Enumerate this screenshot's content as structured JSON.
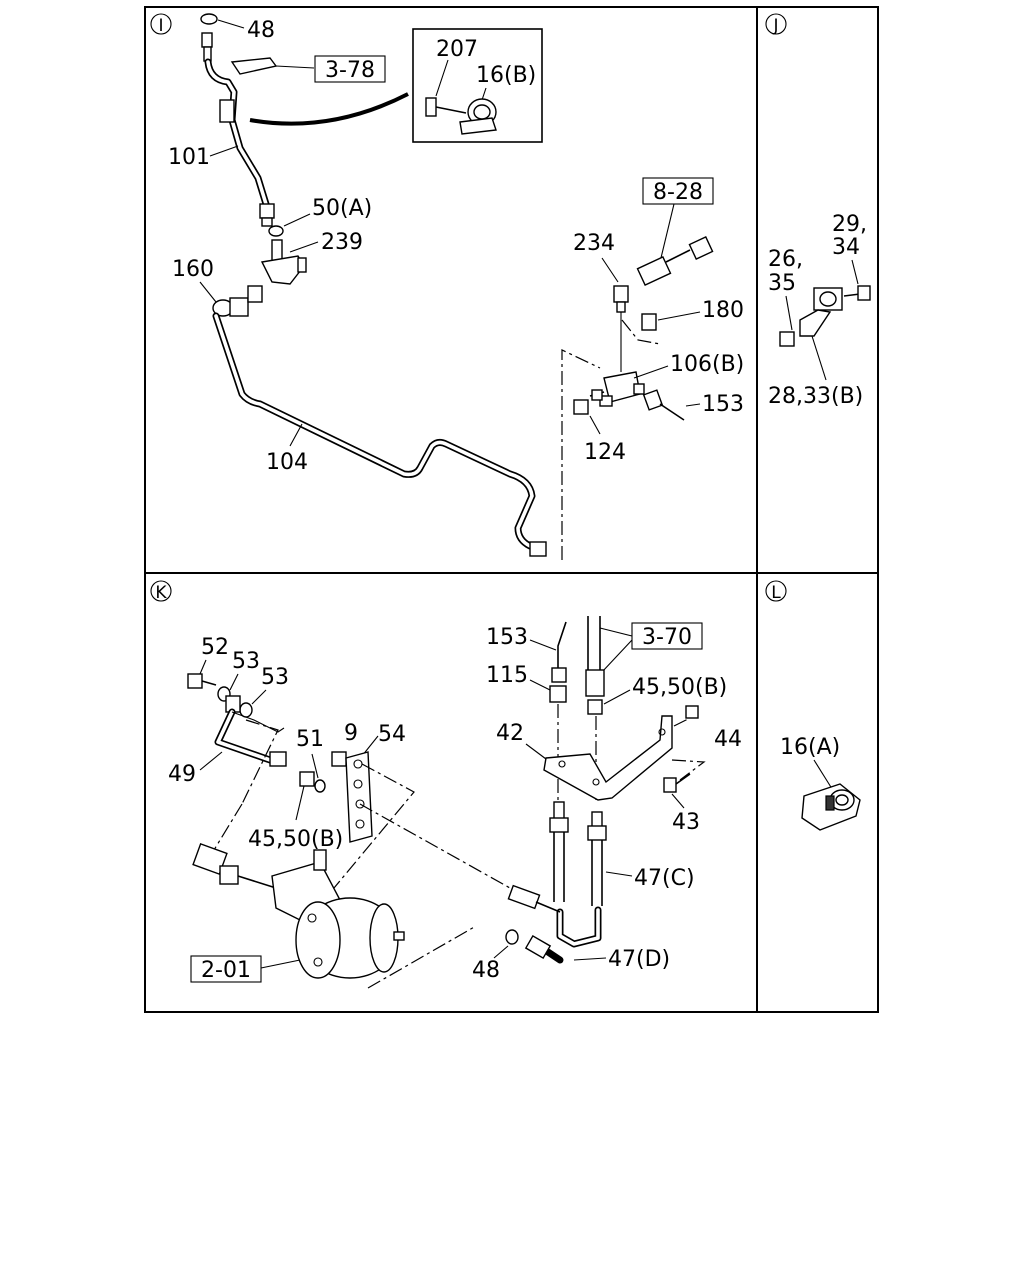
{
  "panels": {
    "I": {
      "marker": "I",
      "labels": {
        "p48": "48",
        "p207": "207",
        "p16b": "16(B)",
        "p101": "101",
        "p50a": "50(A)",
        "p239": "239",
        "p160": "160",
        "p234": "234",
        "p180": "180",
        "p106b": "106(B)",
        "p153": "153",
        "p124": "124",
        "p104": "104"
      },
      "refs": {
        "r378": "3-78",
        "r828": "8-28"
      }
    },
    "J": {
      "marker": "J",
      "labels": {
        "p29": "29,",
        "p34": "34",
        "p26": "26,",
        "p35": "35",
        "p2833b": "28,33(B)"
      }
    },
    "K": {
      "marker": "K",
      "labels": {
        "p52": "52",
        "p53a": "53",
        "p53b": "53",
        "p9": "9",
        "p51": "51",
        "p54": "54",
        "p49": "49",
        "p4550b_left": "45,50(B)",
        "p153": "153",
        "p115": "115",
        "p4550b_right": "45,50(B)",
        "p42": "42",
        "p44": "44",
        "p43": "43",
        "p47c": "47(C)",
        "p48": "48",
        "p47d": "47(D)"
      },
      "refs": {
        "r370": "3-70",
        "r201": "2-01"
      }
    },
    "L": {
      "marker": "L",
      "labels": {
        "p16a": "16(A)"
      }
    }
  }
}
